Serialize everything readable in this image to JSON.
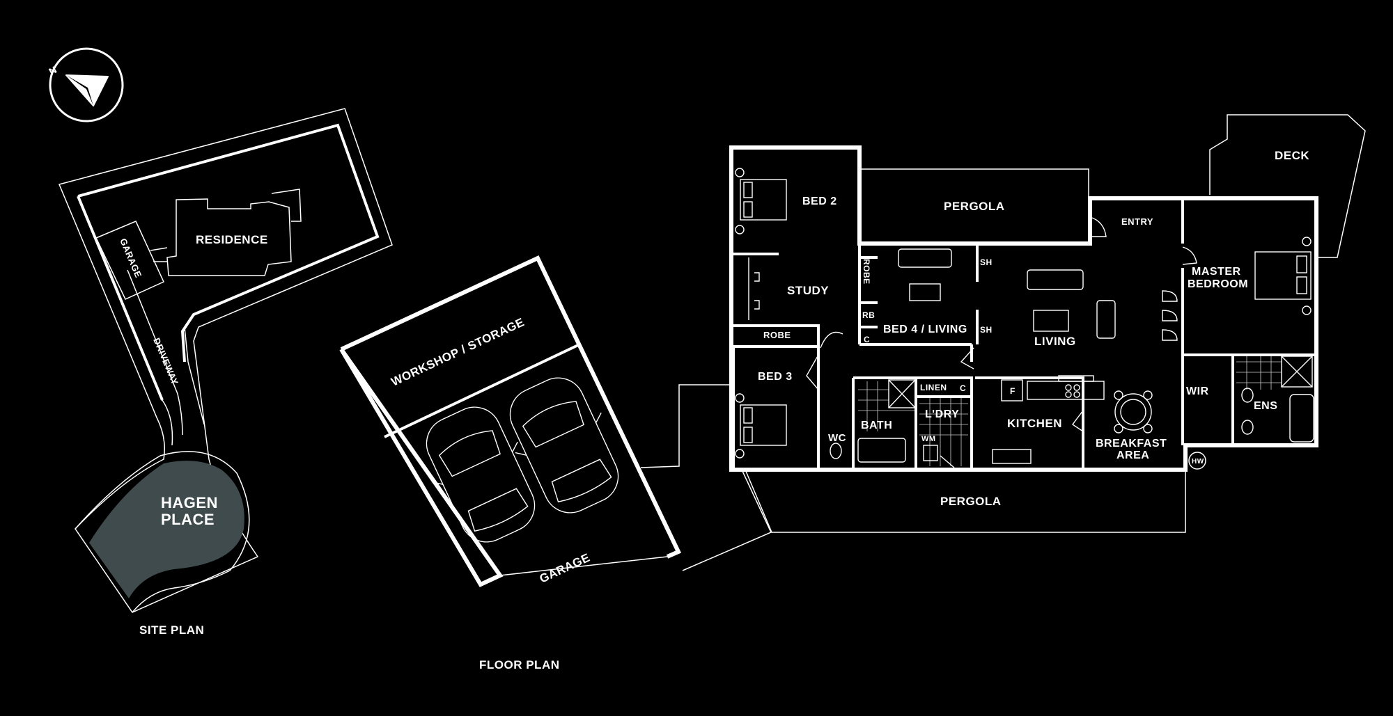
{
  "site_plan": {
    "residence": "RESIDENCE",
    "garage": "GARAGE",
    "driveway": "DRIVEWAY",
    "street_line1": "HAGEN",
    "street_line2": "PLACE",
    "caption": "SITE PLAN"
  },
  "compass": {
    "north": "N"
  },
  "floor_plan": {
    "caption": "FLOOR PLAN",
    "rooms": {
      "workshop": "WORKSHOP / STORAGE",
      "garage": "GARAGE",
      "bed2": "BED 2",
      "pergola_top": "PERGOLA",
      "deck": "DECK",
      "entry": "ENTRY",
      "robe_v": "ROBE",
      "rb": "RB",
      "c1": "C",
      "sh1": "SH",
      "sh2": "SH",
      "study": "STUDY",
      "robe_h": "ROBE",
      "bed4": "BED 4 / LIVING",
      "living": "LIVING",
      "master1": "MASTER",
      "master2": "BEDROOM",
      "bed3": "BED 3",
      "linen": "LINEN",
      "c2": "C",
      "ldry": "L'DRY",
      "wm": "WM",
      "f": "F",
      "kitchen": "KITCHEN",
      "bath": "BATH",
      "wc": "WC",
      "breakfast1": "BREAKFAST",
      "breakfast2": "AREA",
      "wir": "WIR",
      "ens": "ENS",
      "hw": "HW",
      "pergola_bottom": "PERGOLA"
    }
  },
  "colors": {
    "background": "#000000",
    "line": "#ffffff",
    "street_fill": "#3f4b4d"
  }
}
